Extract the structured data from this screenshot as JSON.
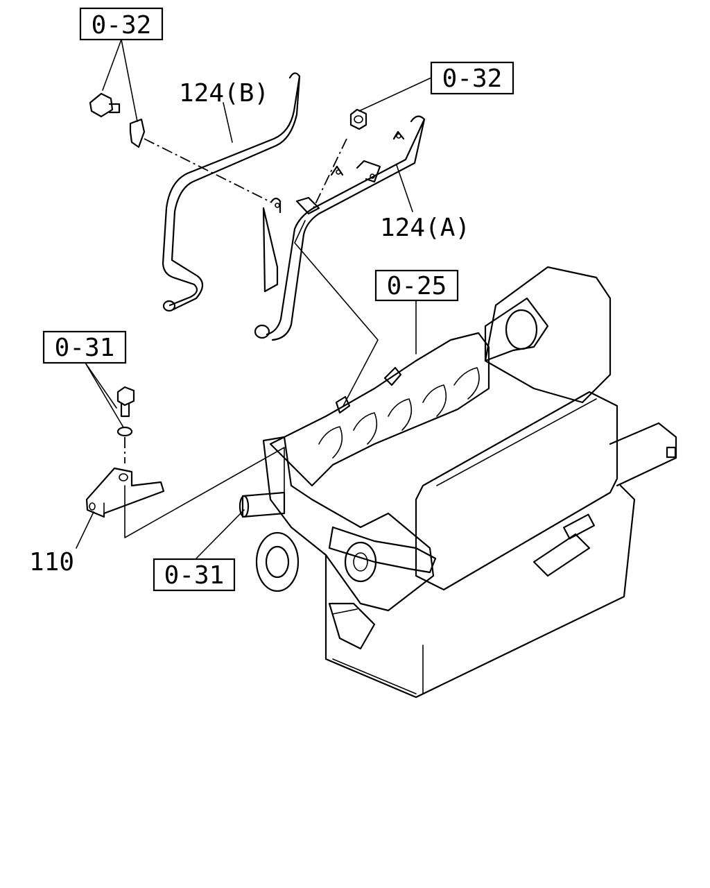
{
  "labels": {
    "ref_top_left": "0-32",
    "ref_top_right": "0-32",
    "ref_mid": "0-25",
    "ref_left": "0-31",
    "ref_bottom": "0-31",
    "part_124b": "124(B)",
    "part_124a": "124(A)",
    "part_110": "110"
  }
}
